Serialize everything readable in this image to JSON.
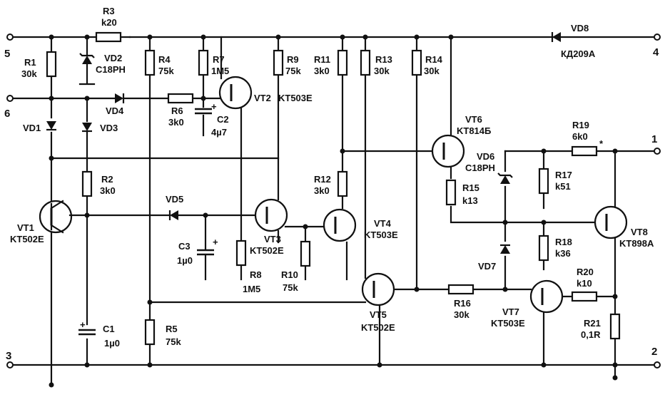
{
  "terminals": {
    "t1": "1",
    "t2": "2",
    "t3": "3",
    "t4": "4",
    "t5": "5",
    "t6": "6"
  },
  "components": {
    "R1": {
      "ref": "R1",
      "val": "30k"
    },
    "R2": {
      "ref": "R2",
      "val": "3k0"
    },
    "R3": {
      "ref": "R3",
      "val": "k20"
    },
    "R4": {
      "ref": "R4",
      "val": "75k"
    },
    "R5": {
      "ref": "R5",
      "val": "75k"
    },
    "R6": {
      "ref": "R6",
      "val": "3k0"
    },
    "R7": {
      "ref": "R7",
      "val": "1M5"
    },
    "R8": {
      "ref": "R8",
      "val": "1M5"
    },
    "R9": {
      "ref": "R9",
      "val": "75k"
    },
    "R10": {
      "ref": "R10",
      "val": "75k"
    },
    "R11": {
      "ref": "R11",
      "val": "3k0"
    },
    "R12": {
      "ref": "R12",
      "val": "3k0"
    },
    "R13": {
      "ref": "R13",
      "val": "30k"
    },
    "R14": {
      "ref": "R14",
      "val": "30k"
    },
    "R15": {
      "ref": "R15",
      "val": "k13"
    },
    "R16": {
      "ref": "R16",
      "val": "30k"
    },
    "R17": {
      "ref": "R17",
      "val": "k51"
    },
    "R18": {
      "ref": "R18",
      "val": "k36"
    },
    "R19": {
      "ref": "R19",
      "val": "6k0",
      "mark": "*"
    },
    "R20": {
      "ref": "R20",
      "val": "k10"
    },
    "R21": {
      "ref": "R21",
      "val": "0,1R"
    },
    "C1": {
      "ref": "C1",
      "val": "1µ0"
    },
    "C2": {
      "ref": "C2",
      "val": "4µ7"
    },
    "C3": {
      "ref": "C3",
      "val": "1µ0"
    },
    "VD1": {
      "ref": "VD1"
    },
    "VD2": {
      "ref": "VD2",
      "val": "C18PH"
    },
    "VD3": {
      "ref": "VD3"
    },
    "VD4": {
      "ref": "VD4"
    },
    "VD5": {
      "ref": "VD5"
    },
    "VD6": {
      "ref": "VD6",
      "val": "C18PH"
    },
    "VD7": {
      "ref": "VD7"
    },
    "VD8": {
      "ref": "VD8",
      "val": "КД209А"
    },
    "VT1": {
      "ref": "VT1",
      "val": "KT502E"
    },
    "VT2": {
      "ref": "VT2",
      "val": "KT503E"
    },
    "VT3": {
      "ref": "VT3",
      "val": "KT502E"
    },
    "VT4": {
      "ref": "VT4",
      "val": "KT503E"
    },
    "VT5": {
      "ref": "VT5",
      "val": "KT502E"
    },
    "VT6": {
      "ref": "VT6",
      "val": "KT814Б"
    },
    "VT7": {
      "ref": "VT7",
      "val": "KT503E"
    },
    "VT8": {
      "ref": "VT8",
      "val": "KT898A"
    }
  }
}
